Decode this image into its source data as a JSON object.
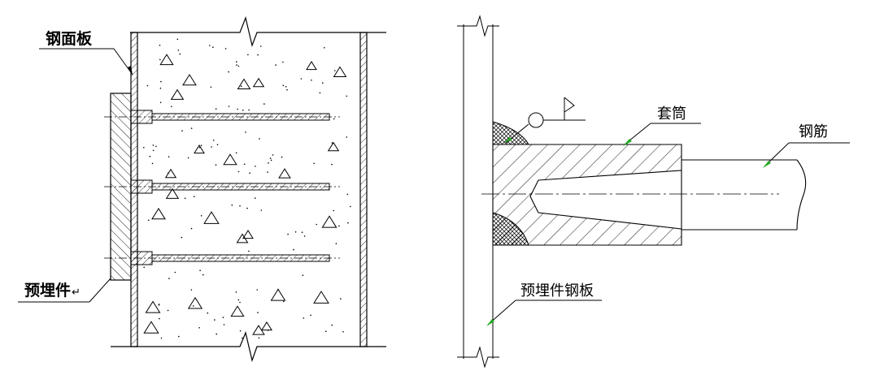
{
  "left_figure": {
    "label_steel_face_plate": "钢面板",
    "label_embedded_part": "预埋件",
    "return_mark": "↵"
  },
  "right_figure": {
    "label_sleeve": "套筒",
    "label_rebar": "钢筋",
    "label_embedded_steel_plate": "预埋件钢板"
  },
  "colors": {
    "line": "#000000",
    "leader_arrow": "#22aa22",
    "background": "#ffffff"
  }
}
